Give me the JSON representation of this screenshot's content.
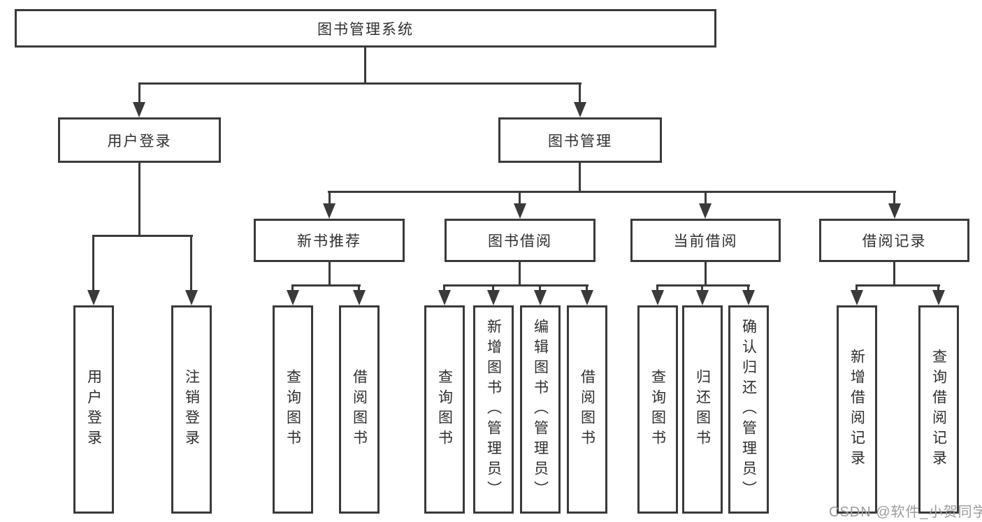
{
  "diagram_title": "图书管理系统",
  "colors": {
    "line": "#3a3a3a",
    "text": "#2f2f2f",
    "box_background": "#ffffff",
    "watermark": "#9c9c9c"
  },
  "tree": {
    "root": "图书管理系统",
    "level2": [
      "用户登录",
      "图书管理"
    ],
    "level3": [
      "新书推荐",
      "图书借阅",
      "当前借阅",
      "借阅记录"
    ],
    "leaves": {
      "user_login": [
        "用户登录",
        "注销登录"
      ],
      "new_book": [
        "查询图书",
        "借阅图书"
      ],
      "book_borrow": [
        "查询图书",
        "新增图书（管理员）",
        "编辑图书（管理员）",
        "借阅图书"
      ],
      "current_borrow": [
        "查询图书",
        "归还图书",
        "确认归还（管理员）"
      ],
      "borrow_record": [
        "新增借阅记录",
        "查询借阅记录"
      ]
    }
  },
  "watermark": {
    "text": "CSDN @软件_小贺同学"
  }
}
